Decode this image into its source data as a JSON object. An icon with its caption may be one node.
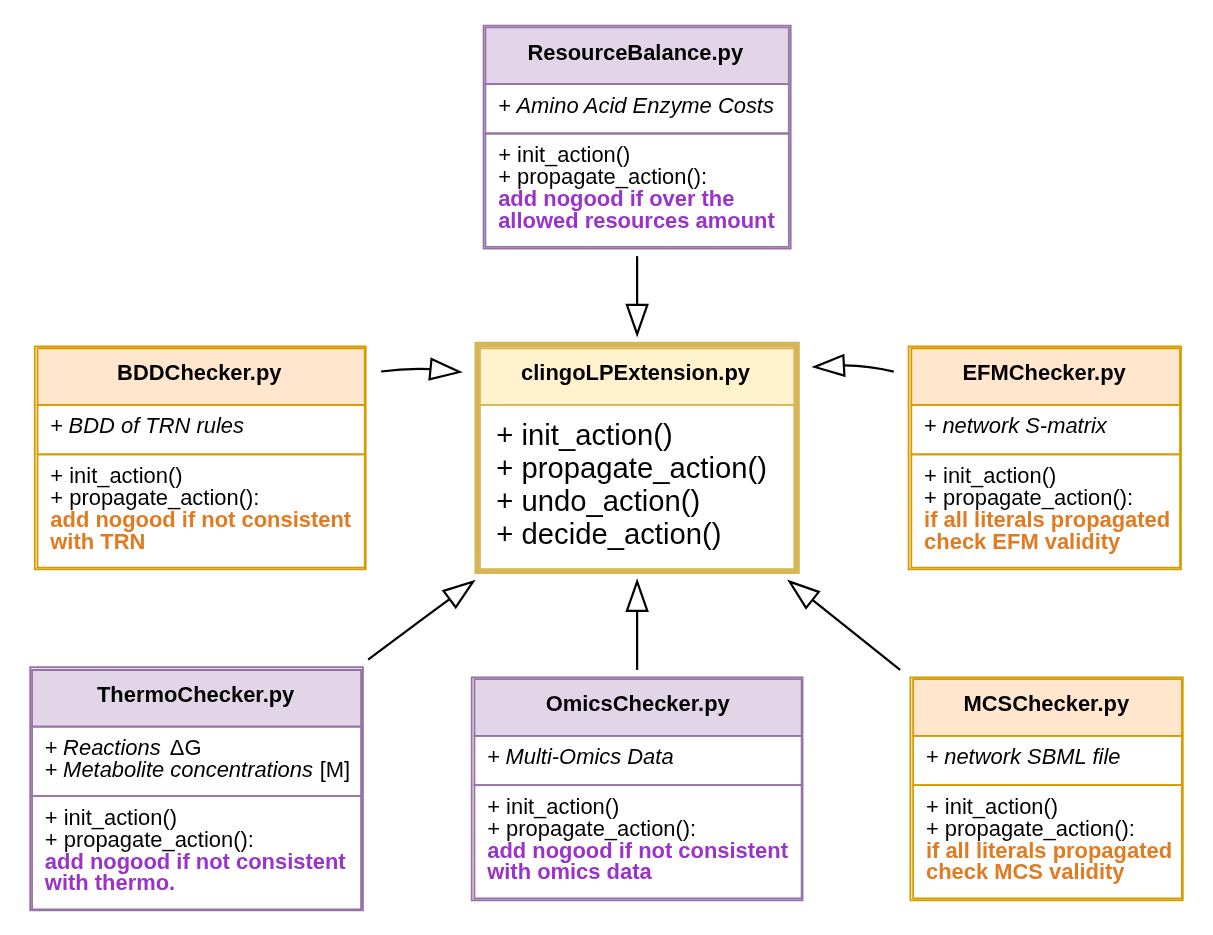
{
  "diagram": {
    "nodes": [
      {
        "text": [
          "ResourceBalance.py",
          "+ *Amino Acid Enzyme Costs*",
          "+ init_action() + propagate_action():",
          "add nogood if over the allowed resources amount"
        ]
      },
      {
        "text": [
          "BDDChecker.py",
          "+ *BDD of TRN rules*",
          "+ init_action() + propagate_action():",
          "add nogood if not consistent with TRN"
        ]
      },
      {
        "text": [
          "EFMChecker.py",
          "+ *network S-matrix*",
          "+ init_action() + propagate_action():",
          "if all literals propagated check EFM validity"
        ]
      },
      {
        "text": [
          "clingoLPExtension.py",
          "+ init_action() + propagate_action() + undo_action() + decide_action()"
        ]
      },
      {
        "text": [
          "ThermoChecker.py",
          "+ *Reactions* ΔG",
          "+ *Metabolite concentrations* [M]",
          "+ init_action() + propagate_action():",
          "add nogood if not consistent with thermo."
        ]
      },
      {
        "text": [
          "MCSChecker.py",
          "+ *network SBML file*",
          "+ init_action() + propagate_action():",
          "if all literals propagated check MCS validity"
        ]
      },
      {
        "text": [
          "OmicsChecker.py",
          "+ *Multi-Omics Data*",
          "+ init_action() + propagate_action():",
          "add nogood if not consistent with omics data"
        ]
      }
    ],
    "edges": [
      {
        "from": 0,
        "to": 3,
        "arrow": "to"
      },
      {
        "from": 1,
        "to": 3,
        "arrow": "to"
      },
      {
        "from": 2,
        "to": 3,
        "arrow": "to"
      },
      {
        "from": 4,
        "to": 3,
        "arrow": "to"
      },
      {
        "from": 5,
        "to": 3,
        "arrow": "to"
      },
      {
        "from": 6,
        "to": 3,
        "arrow": "to"
      }
    ]
  }
}
